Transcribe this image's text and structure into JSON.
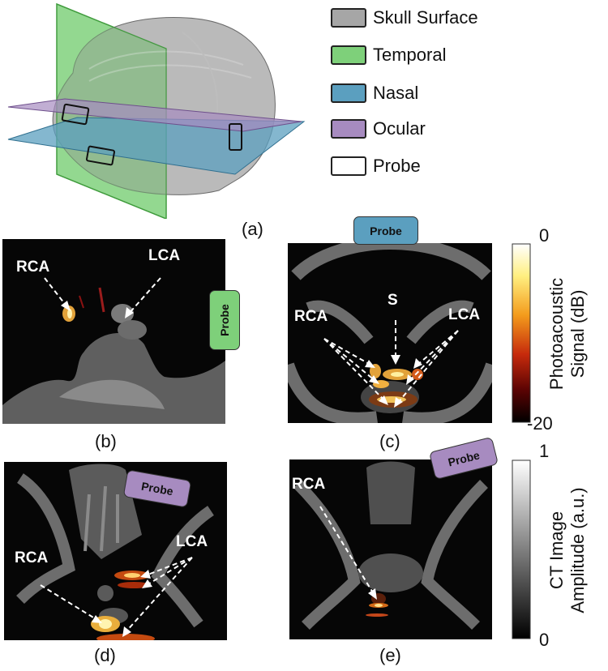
{
  "panel_a": {
    "label": "(a)",
    "legend": [
      {
        "text": "Skull Surface",
        "color": "#a6a6a6"
      },
      {
        "text": "Temporal",
        "color": "#7ed07a"
      },
      {
        "text": "Nasal",
        "color": "#5b9fbf"
      },
      {
        "text": "Ocular",
        "color": "#a78bc0"
      },
      {
        "text": "Probe",
        "color": "#ffffff"
      }
    ]
  },
  "panel_b": {
    "label": "(b)",
    "probe": "Probe",
    "probe_color": "#7ed07a",
    "tags": [
      "RCA",
      "LCA"
    ]
  },
  "panel_c": {
    "label": "(c)",
    "probe": "Probe",
    "probe_color": "#5b9fbf",
    "tags": [
      "RCA",
      "S",
      "LCA"
    ]
  },
  "panel_d": {
    "label": "(d)",
    "probe": "Probe",
    "probe_color": "#a78bc0",
    "tags": [
      "RCA",
      "LCA"
    ]
  },
  "panel_e": {
    "label": "(e)",
    "probe": "Probe",
    "probe_color": "#a78bc0",
    "tags": [
      "RCA"
    ]
  },
  "colorbar_pa": {
    "title_line1": "Photoacoustic",
    "title_line2": "Signal (dB)",
    "max": "0",
    "min": "-20"
  },
  "colorbar_ct": {
    "title_line1": "CT Image",
    "title_line2": "Amplitude (a.u.)",
    "max": "1",
    "min": "0"
  }
}
